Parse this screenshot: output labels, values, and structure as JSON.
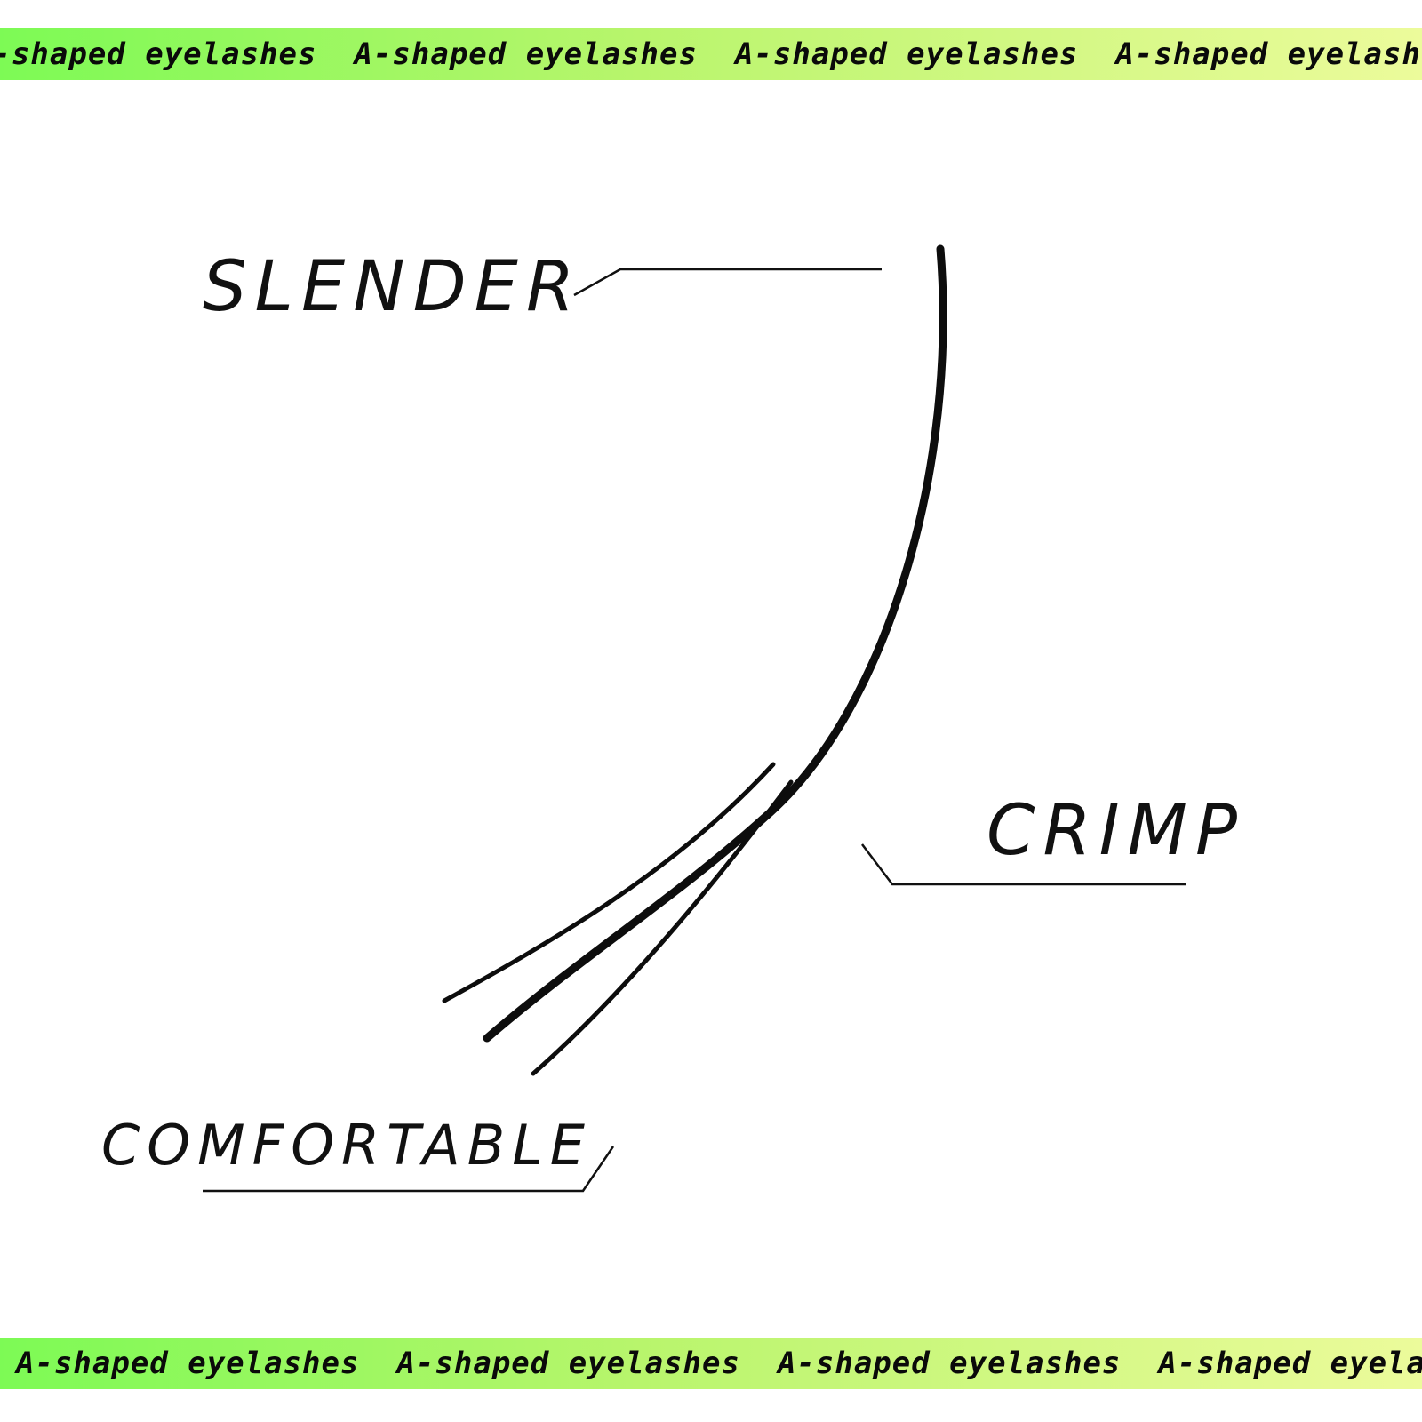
{
  "banner": {
    "phrase": "A-shaped eyelashes",
    "top_visible": "-shaped eyelashes A-shaped eyelashes A-shaped eyelashes A-shaped ey",
    "bottom_visible": "A-shaped eyelashes A-shaped eyelashes A-shaped eyelashes A-shaped",
    "gradient_colors": [
      "#7dfa55",
      "#b8f56c",
      "#ecfb9b"
    ]
  },
  "labels": {
    "slender": "SLENDER",
    "crimp": "CRIMP",
    "comfortable": "COMFORTABLE"
  },
  "colors": {
    "background": "#ffffff",
    "ink": "#111111"
  }
}
